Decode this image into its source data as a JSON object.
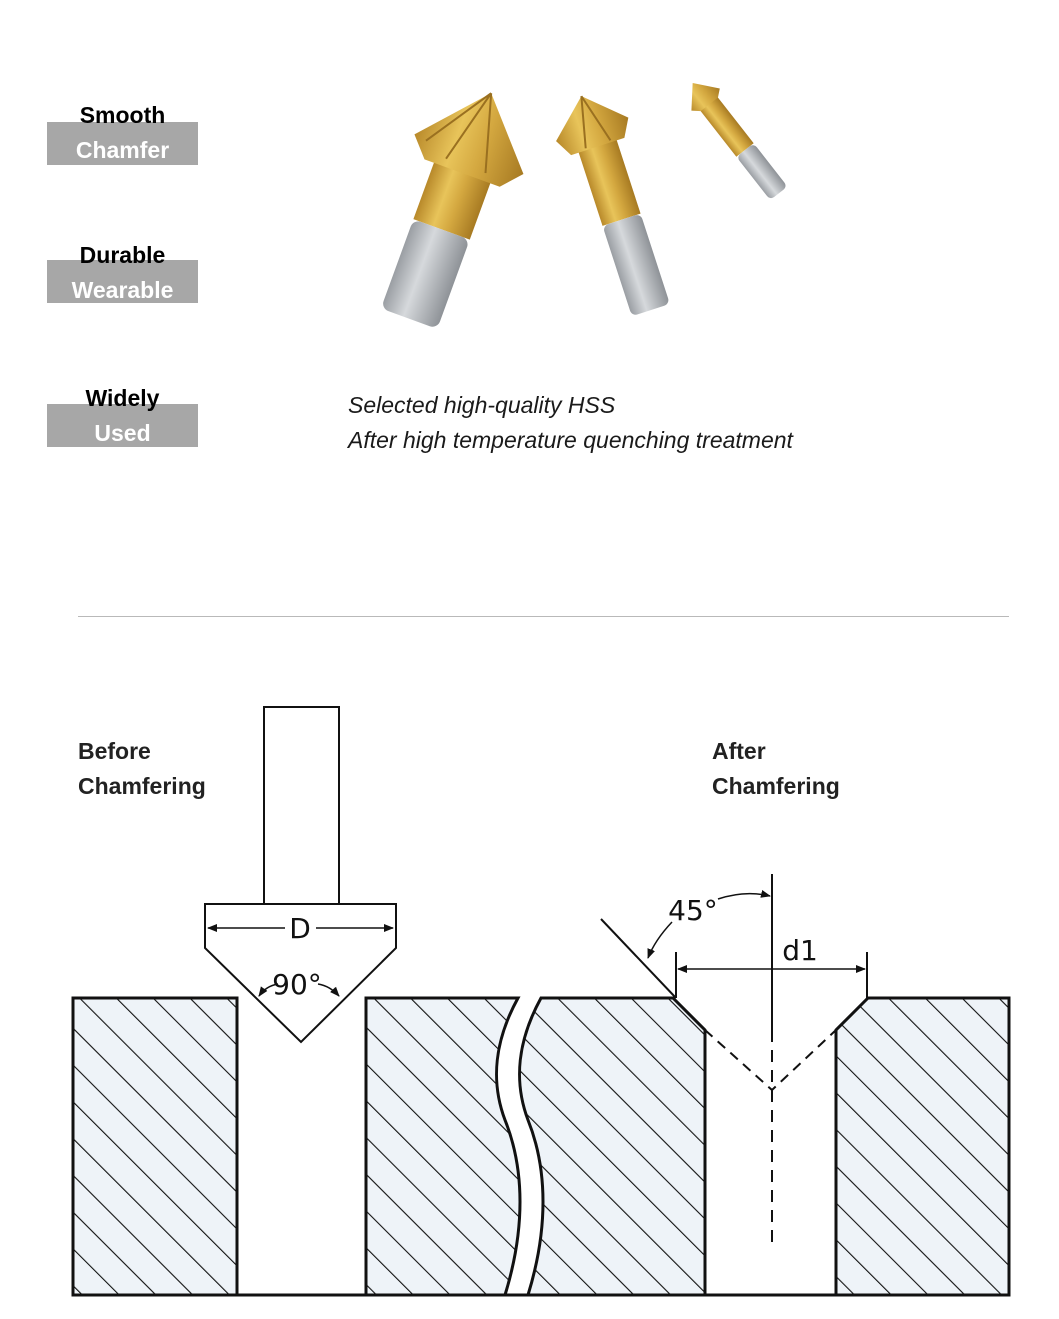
{
  "features": [
    {
      "top": "Smooth",
      "bottom": "Chamfer"
    },
    {
      "top": "Durable",
      "bottom": "Wearable"
    },
    {
      "top": "Widely",
      "bottom": "Used"
    }
  ],
  "product": {
    "image_alt": "Three titanium-coated HSS countersink chamfer drill bits",
    "description_lines": [
      "Selected high-quality HSS",
      "After high temperature quenching treatment"
    ]
  },
  "diagram": {
    "before_label_line1": "Before",
    "before_label_line2": "Chamfering",
    "after_label_line1": "After",
    "after_label_line2": "Chamfering",
    "diameter_label": "D",
    "tip_angle_label": "90°",
    "chamfer_angle_label": "45°",
    "chamfer_diameter_label": "d1"
  },
  "colors": {
    "band_gray": "#a7a7a7",
    "gold": "#c9a43c",
    "steel": "#b8bcc0",
    "hatch_fill": "#eef3f8"
  }
}
